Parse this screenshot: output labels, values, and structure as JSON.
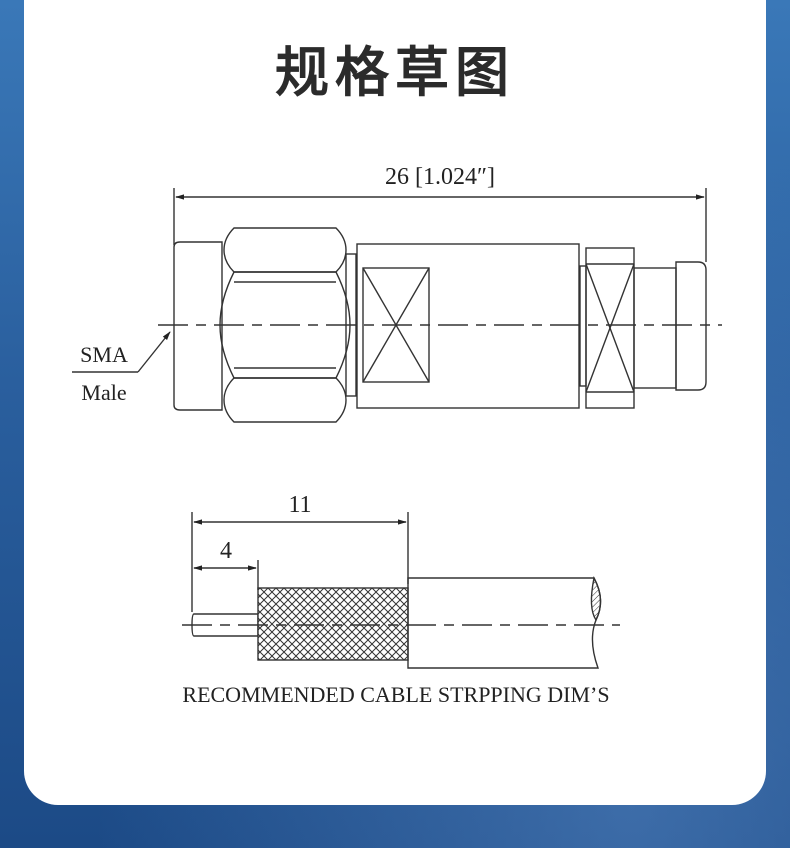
{
  "title": "规格草图",
  "connector": {
    "overall_length": "26 [1.024″]",
    "label_line1": "SMA",
    "label_line2": "Male"
  },
  "cable_strip": {
    "dim_long": "11",
    "dim_short": "4",
    "caption": "RECOMMENDED CABLE STRPPING DIM’S"
  }
}
